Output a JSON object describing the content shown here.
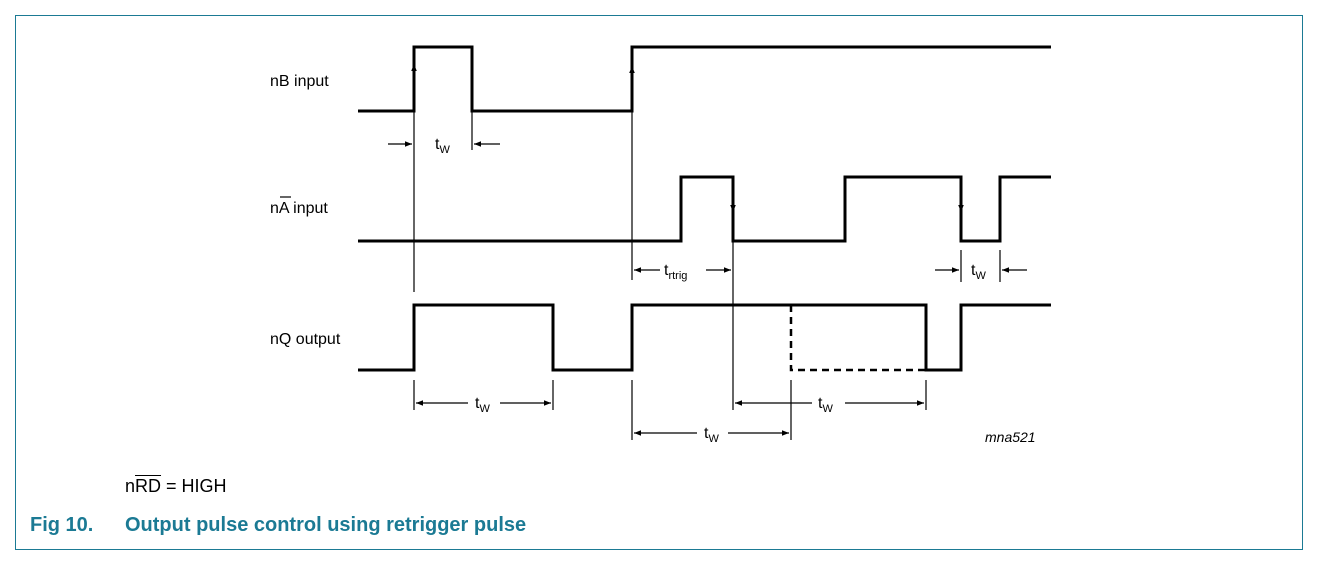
{
  "signals": {
    "nb_label": "nB input",
    "na_label_n": "n",
    "na_label_a": "A",
    "na_label_rest": " input",
    "nq_label": "nQ output"
  },
  "timing": {
    "t": "t",
    "w": "W",
    "rtrig": "rtrig"
  },
  "figure_ref": "mna521",
  "note": {
    "prefix": "n",
    "overline": "RD",
    "suffix": " = HIGH"
  },
  "caption": {
    "number": "Fig 10.",
    "title": "Output pulse control using retrigger pulse"
  },
  "colors": {
    "accent": "#1b7a94",
    "waveform": "#000000"
  }
}
